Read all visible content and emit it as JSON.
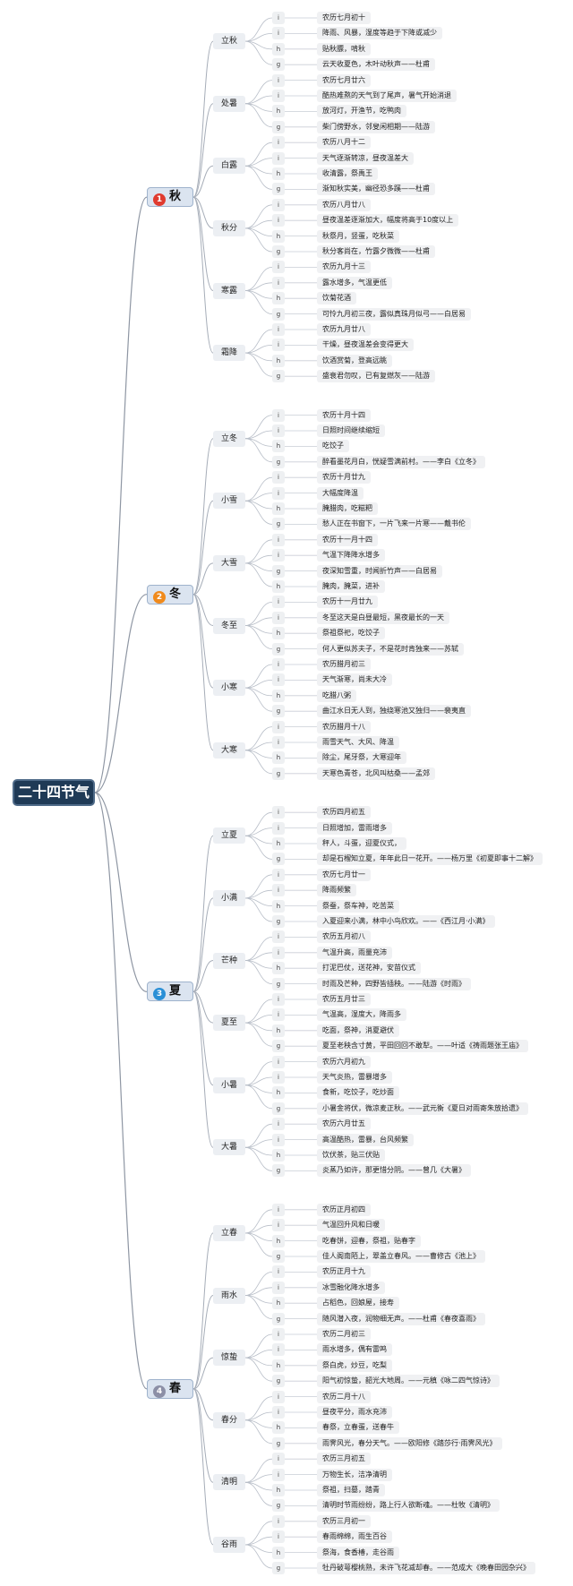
{
  "title": "二十四节气",
  "colors": {
    "autumn": "#e03b2f",
    "winter": "#f08a1c",
    "summer": "#2a8fd6",
    "spring": "#8c8fa6"
  },
  "seasons": [
    {
      "name": "秋",
      "badge": "1",
      "color_key": "autumn",
      "terms": [
        {
          "name": "立秋",
          "items": [
            {
              "tag": "i",
              "text": "农历七月初十"
            },
            {
              "tag": "i",
              "text": "降雨、风暴，湿度等趋于下降或减少"
            },
            {
              "tag": "h",
              "text": "贴秋膘，啃秋"
            },
            {
              "tag": "g",
              "text": "云天收夏色，木叶动秋声——杜甫"
            }
          ]
        },
        {
          "name": "处暑",
          "items": [
            {
              "tag": "i",
              "text": "农历七月廿六"
            },
            {
              "tag": "i",
              "text": "酷热难熬的天气到了尾声，暑气开始消退"
            },
            {
              "tag": "h",
              "text": "放河灯，开渔节，吃鸭肉"
            },
            {
              "tag": "g",
              "text": "柴门傍野水，邻叟闲相期——陆游"
            }
          ]
        },
        {
          "name": "白露",
          "items": [
            {
              "tag": "i",
              "text": "农历八月十二"
            },
            {
              "tag": "i",
              "text": "天气逐渐转凉，昼夜温差大"
            },
            {
              "tag": "h",
              "text": "收清露，祭禹王"
            },
            {
              "tag": "g",
              "text": "渐知秋实美，幽径恐多蹊——杜甫"
            }
          ]
        },
        {
          "name": "秋分",
          "items": [
            {
              "tag": "i",
              "text": "农历八月廿八"
            },
            {
              "tag": "i",
              "text": "昼夜温差逐渐加大，幅度将高于10度以上"
            },
            {
              "tag": "h",
              "text": "秋祭月，竖蛋，吃秋菜"
            },
            {
              "tag": "g",
              "text": "秋分客尚在，竹露夕微微——杜甫"
            }
          ]
        },
        {
          "name": "寒露",
          "items": [
            {
              "tag": "i",
              "text": "农历九月十三"
            },
            {
              "tag": "i",
              "text": "露水增多，气温更低"
            },
            {
              "tag": "h",
              "text": "饮菊花酒"
            },
            {
              "tag": "g",
              "text": "可怜九月初三夜，露似真珠月似弓——白居易"
            }
          ]
        },
        {
          "name": "霜降",
          "items": [
            {
              "tag": "i",
              "text": "农历九月廿八"
            },
            {
              "tag": "i",
              "text": "干燥，昼夜温差会变得更大"
            },
            {
              "tag": "h",
              "text": "饮酒赏菊，登高远眺"
            },
            {
              "tag": "g",
              "text": "盛衰君勿叹，已有复燃灰——陆游"
            }
          ]
        }
      ]
    },
    {
      "name": "冬",
      "badge": "2",
      "color_key": "winter",
      "terms": [
        {
          "name": "立冬",
          "items": [
            {
              "tag": "i",
              "text": "农历十月十四"
            },
            {
              "tag": "i",
              "text": "日照时间继续缩短"
            },
            {
              "tag": "h",
              "text": "吃饺子"
            },
            {
              "tag": "g",
              "text": "醉看墨花月白，恍疑雪满前村。——李白《立冬》"
            }
          ]
        },
        {
          "name": "小雪",
          "items": [
            {
              "tag": "i",
              "text": "农历十月廿九"
            },
            {
              "tag": "i",
              "text": "大幅度降温"
            },
            {
              "tag": "h",
              "text": "腌腊肉，吃糍粑"
            },
            {
              "tag": "g",
              "text": "愁人正在书窗下，一片飞来一片寒——戴书伦"
            }
          ]
        },
        {
          "name": "大雪",
          "items": [
            {
              "tag": "i",
              "text": "农历十一月十四"
            },
            {
              "tag": "i",
              "text": "气温下降降水增多"
            },
            {
              "tag": "g",
              "text": "夜深知雪重，时闻折竹声——白居易"
            },
            {
              "tag": "h",
              "text": "腌肉，腌菜，进补"
            }
          ]
        },
        {
          "name": "冬至",
          "items": [
            {
              "tag": "i",
              "text": "农历十一月廿九"
            },
            {
              "tag": "i",
              "text": "冬至这天是白昼最短，黑夜最长的一天"
            },
            {
              "tag": "h",
              "text": "祭祖祭祀，吃饺子"
            },
            {
              "tag": "g",
              "text": "何人更似苏夫子，不是花时肯独来——苏轼"
            }
          ]
        },
        {
          "name": "小寒",
          "items": [
            {
              "tag": "i",
              "text": "农历腊月初三"
            },
            {
              "tag": "i",
              "text": "天气渐寒，尚未大冷"
            },
            {
              "tag": "h",
              "text": "吃腊八粥"
            },
            {
              "tag": "g",
              "text": "曲江水日无人到，独绕寒池又独归——裴夷直"
            }
          ]
        },
        {
          "name": "大寒",
          "items": [
            {
              "tag": "i",
              "text": "农历腊月十八"
            },
            {
              "tag": "i",
              "text": "雨雪天气、大风、降温"
            },
            {
              "tag": "h",
              "text": "除尘，尾牙祭，大寒迎年"
            },
            {
              "tag": "g",
              "text": "天寒色青苍，北风叫枯桑——孟郊"
            }
          ]
        }
      ]
    },
    {
      "name": "夏",
      "badge": "3",
      "color_key": "summer",
      "terms": [
        {
          "name": "立夏",
          "items": [
            {
              "tag": "i",
              "text": "农历四月初五"
            },
            {
              "tag": "i",
              "text": "日照增加，雷雨增多"
            },
            {
              "tag": "h",
              "text": "秤人，斗蛋，迎夏仪式，"
            },
            {
              "tag": "g",
              "text": "却是石榴知立夏，年年此日一花开。——杨万里《初夏即事十二解》"
            }
          ]
        },
        {
          "name": "小满",
          "items": [
            {
              "tag": "i",
              "text": "农历七月廿一"
            },
            {
              "tag": "i",
              "text": "降雨频繁"
            },
            {
              "tag": "h",
              "text": "祭蚕，祭车神，吃苦菜"
            },
            {
              "tag": "g",
              "text": "入夏迎来小满，林中小鸟欣欢。——《西江月·小满》"
            }
          ]
        },
        {
          "name": "芒种",
          "items": [
            {
              "tag": "i",
              "text": "农历五月初八"
            },
            {
              "tag": "i",
              "text": "气温升高，雨量充沛"
            },
            {
              "tag": "h",
              "text": "打泥巴仗，送花神，安苗仪式"
            },
            {
              "tag": "g",
              "text": "时雨及芒种，四野皆插秧。——陆游《时雨》"
            }
          ]
        },
        {
          "name": "夏至",
          "items": [
            {
              "tag": "i",
              "text": "农历五月廿三"
            },
            {
              "tag": "i",
              "text": "气温高，湿度大，降雨多"
            },
            {
              "tag": "h",
              "text": "吃面，祭神，消夏避伏"
            },
            {
              "tag": "g",
              "text": "夏至老秧含寸黄，平田回回不敢犁。——叶适《祷雨题张王庙》"
            }
          ]
        },
        {
          "name": "小暑",
          "items": [
            {
              "tag": "i",
              "text": "农历六月初九"
            },
            {
              "tag": "i",
              "text": "天气炎热，雷暴增多"
            },
            {
              "tag": "h",
              "text": "食新，吃饺子，吃炒面"
            },
            {
              "tag": "g",
              "text": "小暑金将伏，微凉麦正秋。——武元衡《夏日对雨寄朱放拾遗》"
            }
          ]
        },
        {
          "name": "大暑",
          "items": [
            {
              "tag": "i",
              "text": "农历六月廿五"
            },
            {
              "tag": "i",
              "text": "高温酷热，雷暴，台风频繁"
            },
            {
              "tag": "h",
              "text": "饮伏茶，贴三伏贴"
            },
            {
              "tag": "g",
              "text": "炎蒸乃如许，那更惜分阴。——曾几《大暑》"
            }
          ]
        }
      ]
    },
    {
      "name": "春",
      "badge": "4",
      "color_key": "spring",
      "terms": [
        {
          "name": "立春",
          "items": [
            {
              "tag": "i",
              "text": "农历正月初四"
            },
            {
              "tag": "i",
              "text": "气温回升风和日暖"
            },
            {
              "tag": "h",
              "text": "吃春饼，迎春，祭祖，贴春字"
            },
            {
              "tag": "g",
              "text": "佳人阁南陌上，翠盖立春风。——曹修古《池上》"
            }
          ]
        },
        {
          "name": "雨水",
          "items": [
            {
              "tag": "i",
              "text": "农历正月十九"
            },
            {
              "tag": "i",
              "text": "冰雪融化降水增多"
            },
            {
              "tag": "h",
              "text": "占稻色，回娘屋，接寿"
            },
            {
              "tag": "g",
              "text": "随风潜入夜，润物细无声。——杜甫《春夜喜雨》"
            }
          ]
        },
        {
          "name": "惊蛰",
          "items": [
            {
              "tag": "i",
              "text": "农历二月初三"
            },
            {
              "tag": "i",
              "text": "雨水增多，偶有雷鸣"
            },
            {
              "tag": "h",
              "text": "祭白虎，炒豆，吃梨"
            },
            {
              "tag": "g",
              "text": "阳气初惊蛰，韶光大地周。——元稹《咏二四气惊诗》"
            }
          ]
        },
        {
          "name": "春分",
          "items": [
            {
              "tag": "i",
              "text": "农历二月十八"
            },
            {
              "tag": "i",
              "text": "昼夜平分，雨水充沛"
            },
            {
              "tag": "h",
              "text": "春祭，立春蛋，送春牛"
            },
            {
              "tag": "g",
              "text": "雨霁风光，春分天气。——欧阳修《踏莎行·雨霁风光》"
            }
          ]
        },
        {
          "name": "清明",
          "items": [
            {
              "tag": "i",
              "text": "农历三月初五"
            },
            {
              "tag": "i",
              "text": "万物生长，洁净清明"
            },
            {
              "tag": "h",
              "text": "祭祖，扫墓，踏青"
            },
            {
              "tag": "g",
              "text": "清明时节雨纷纷，路上行人欲断魂。——杜牧《清明》"
            }
          ]
        },
        {
          "name": "谷雨",
          "items": [
            {
              "tag": "i",
              "text": "农历三月初一"
            },
            {
              "tag": "i",
              "text": "春雨绵绵，雨生百谷"
            },
            {
              "tag": "h",
              "text": "祭海，食香椿，走谷雨"
            },
            {
              "tag": "g",
              "text": "牡丹破萼樱桃熟，未许飞花减却春。——范成大《晚春田园杂兴》"
            }
          ]
        }
      ]
    }
  ]
}
